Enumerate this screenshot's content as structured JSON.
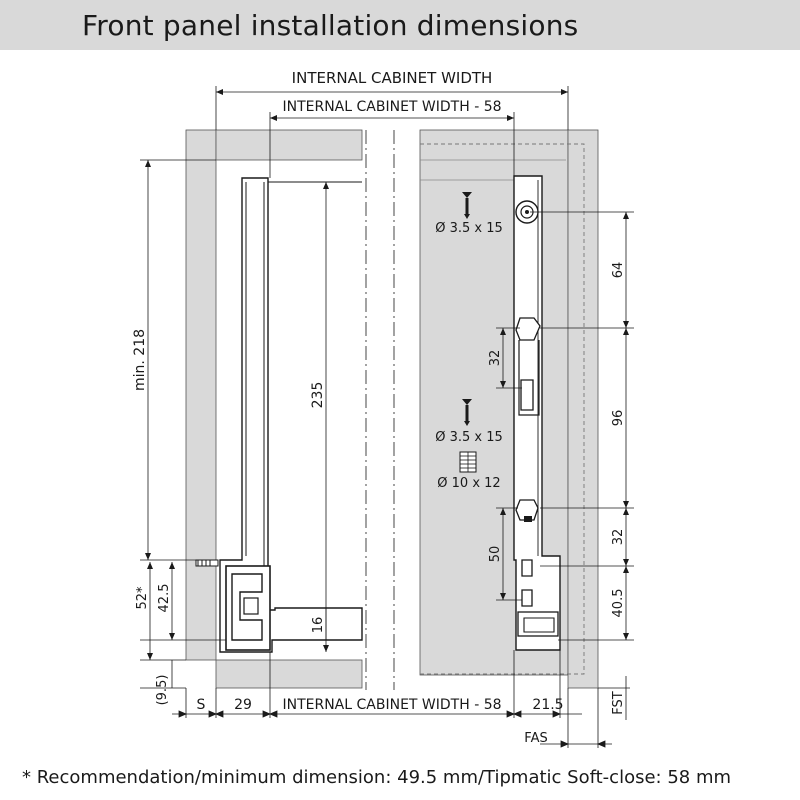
{
  "header": {
    "title": "Front panel installation dimensions"
  },
  "labels": {
    "internal_width": "INTERNAL CABINET WIDTH",
    "internal_width_minus_top": "INTERNAL CABINET WIDTH - 58",
    "internal_width_minus_bottom": "INTERNAL CABINET WIDTH - 58",
    "min_height": "min. 218",
    "height_235": "235",
    "dim_16": "16",
    "dim_52": "52*",
    "dim_42_5": "42.5",
    "dim_9_5": "(9.5)",
    "dim_s": "S",
    "dim_29": "29",
    "dim_21_5": "21.5",
    "dim_fst": "FST",
    "dim_fas": "FAS",
    "dim_64": "64",
    "dim_32_upper": "32",
    "dim_96": "96",
    "dim_32_right": "32",
    "dim_50": "50",
    "dim_40_5": "40.5",
    "screw_top": "Ø 3.5 x 15",
    "screw_mid": "Ø 3.5 x 15",
    "dowel": "Ø 10 x 12"
  },
  "footnote": "* Recommendation/minimum dimension: 49.5 mm/Tipmatic Soft-close: 58 mm",
  "colors": {
    "panel": "#d9d9d9",
    "line": "#1a1a1a",
    "header_bg": "#d9d9d9"
  }
}
